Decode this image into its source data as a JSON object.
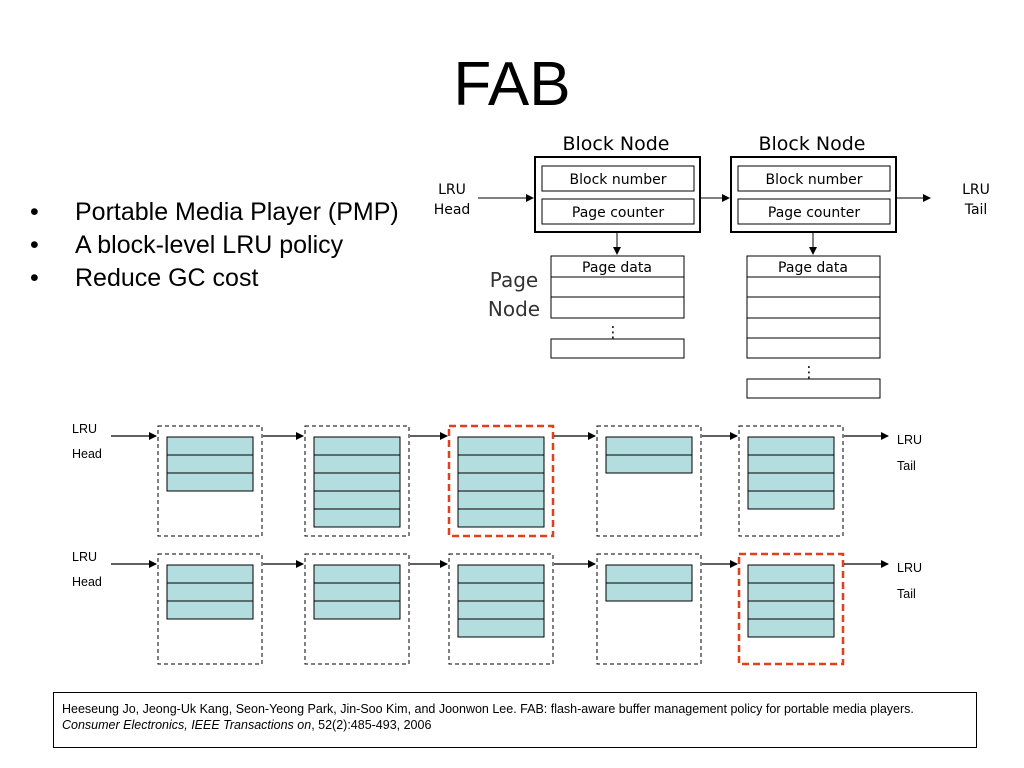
{
  "slide": {
    "title": "FAB",
    "bullets": [
      "Portable Media Player (PMP)",
      "A block-level LRU policy",
      "Reduce GC cost"
    ],
    "bullet_marker": "•"
  },
  "structure_diagram": {
    "lru_head": [
      "LRU",
      "Head"
    ],
    "lru_tail": [
      "LRU",
      "Tail"
    ],
    "block_node_label": "Block Node",
    "block_number_label": "Block number",
    "page_counter_label": "Page counter",
    "page_node_label": [
      "Page",
      "Node"
    ],
    "page_data_label": "Page data",
    "ellipsis": "⋮"
  },
  "lists_diagram": {
    "lru_head": [
      "LRU",
      "Head"
    ],
    "lru_tail": [
      "LRU",
      "Tail"
    ],
    "rows": [
      {
        "pages_per_block": [
          3,
          5,
          5,
          2,
          4
        ],
        "highlighted_block": 3
      },
      {
        "pages_per_block": [
          3,
          3,
          4,
          2,
          4
        ],
        "highlighted_block": 5
      }
    ],
    "colors": {
      "page_fill": "#b4dde0",
      "highlight": "#e2401a"
    }
  },
  "citation": {
    "text": "Heeseung Jo, Jeong-Uk Kang, Seon-Yeong Park, Jin-Soo Kim, and Joonwon Lee. FAB: flash-aware buffer management policy for portable media players. ",
    "journal": "Consumer Electronics, IEEE Transactions on",
    "details": ", 52(2):485-493, 2006"
  }
}
